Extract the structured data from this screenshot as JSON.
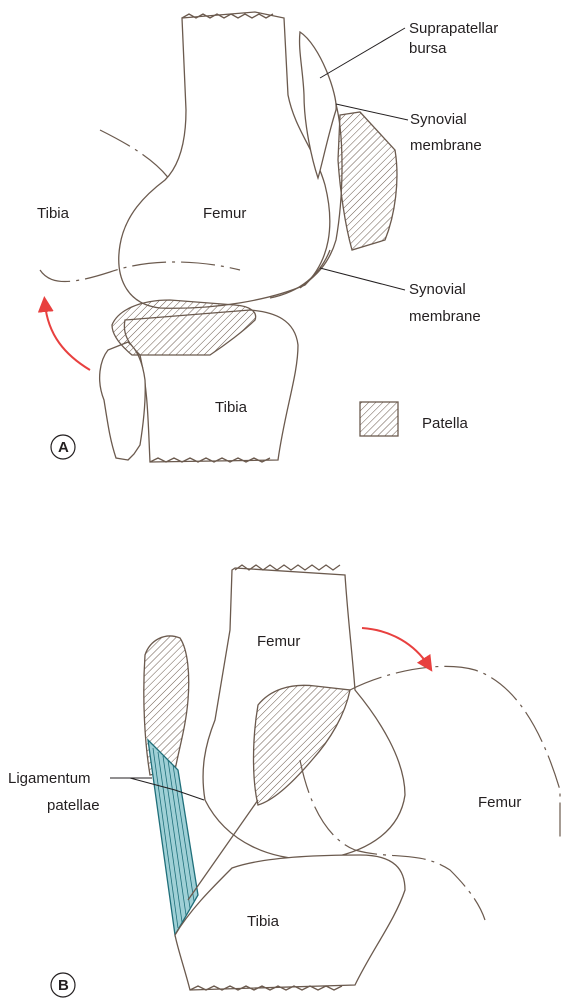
{
  "panel_a": {
    "letter": "A",
    "labels": {
      "femur": "Femur",
      "tibia_flexed": "Tibia",
      "tibia_lower": "Tibia",
      "suprapatellar_line1": "Suprapatellar",
      "suprapatellar_line2": "bursa",
      "synovial_upper_line1": "Synovial",
      "synovial_upper_line2": "membrane",
      "synovial_lower_line1": "Synovial",
      "synovial_lower_line2": "membrane",
      "legend_patella": "Patella"
    }
  },
  "panel_b": {
    "letter": "B",
    "labels": {
      "femur_upper": "Femur",
      "femur_right": "Femur",
      "tibia": "Tibia",
      "ligamentum_line1": "Ligamentum",
      "ligamentum_line2": "patellae"
    }
  },
  "colors": {
    "outline": "#6b5a4e",
    "arrow": "#e8403f",
    "ligament_fill": "#9fd0d6",
    "ligament_stroke": "#1f6f7a"
  }
}
